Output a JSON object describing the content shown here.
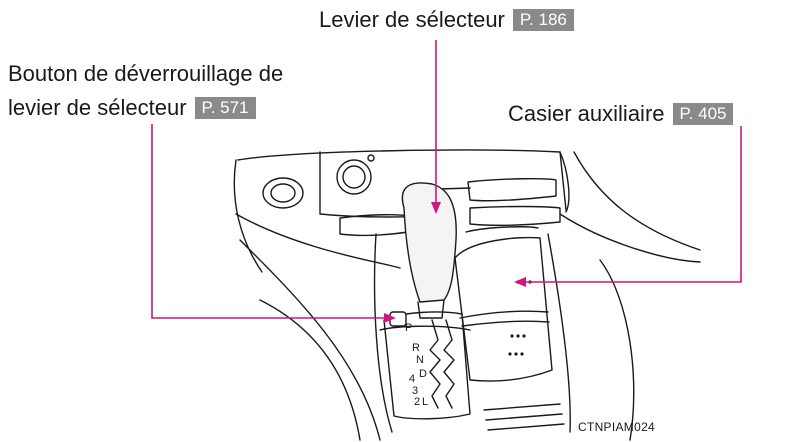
{
  "callouts": {
    "selector_lever": {
      "text": "Levier de sélecteur",
      "page": "P. 186"
    },
    "unlock_button": {
      "line1": "Bouton de déverrouillage de",
      "line2": "levier de sélecteur",
      "page": "P. 571"
    },
    "aux_box": {
      "text": "Casier auxiliaire",
      "page": "P. 405"
    }
  },
  "gate_labels": [
    "P",
    "R",
    "N",
    "D",
    "4",
    "3",
    "2",
    "L"
  ],
  "image_code": "CTNPIAM024",
  "colors": {
    "leader": "#d0157e",
    "page_badge": "#8a8a8a",
    "line_art": "#1a1a1a"
  }
}
